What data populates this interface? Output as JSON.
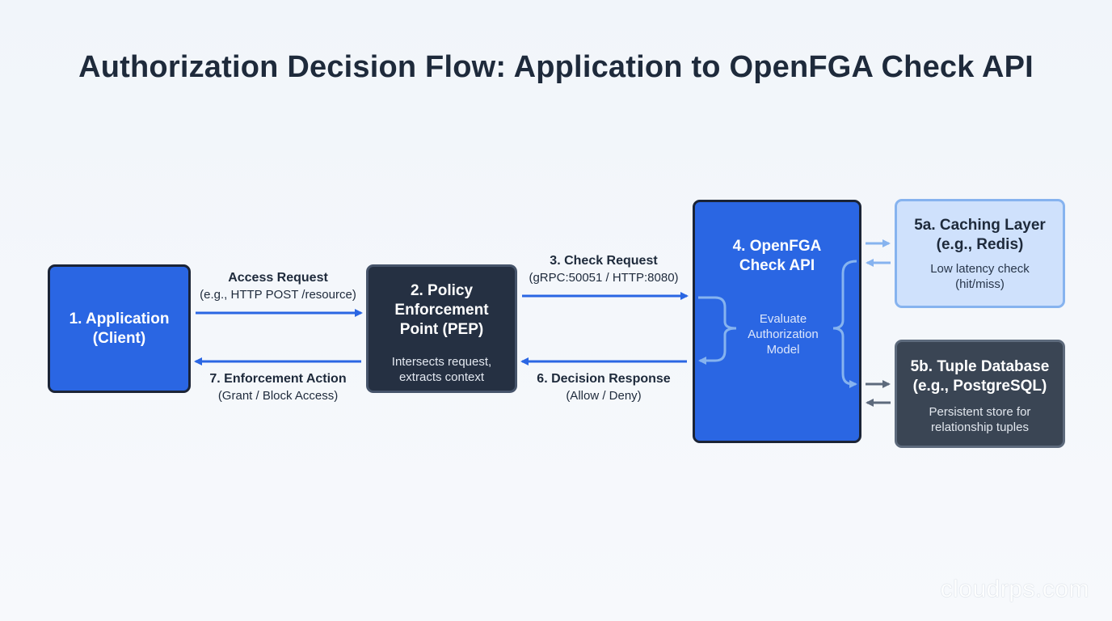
{
  "title": "Authorization Decision Flow: Application to OpenFGA Check API",
  "nodes": {
    "application": {
      "heading": "1. Application (Client)"
    },
    "pep": {
      "heading": "2. Policy Enforcement Point (PEP)",
      "detail": "Intersects request, extracts context"
    },
    "openfga": {
      "heading": "4. OpenFGA Check API",
      "detail": "Evaluate Authorization Model"
    },
    "cache": {
      "heading": "5a. Caching Layer (e.g., Redis)",
      "detail": "Low latency check (hit/miss)"
    },
    "database": {
      "heading": "5b. Tuple Database (e.g., PostgreSQL)",
      "detail": "Persistent store for relationship tuples"
    }
  },
  "edges": {
    "access_request": {
      "label": "Access Request",
      "detail": "(e.g., HTTP POST /resource)"
    },
    "check_request": {
      "label": "3. Check Request",
      "detail": "(gRPC:50051 / HTTP:8080)"
    },
    "decision_response": {
      "label": "6. Decision Response",
      "detail": "(Allow / Deny)"
    },
    "enforcement_action": {
      "label": "7. Enforcement Action",
      "detail": "(Grant / Block Access)"
    }
  },
  "colors": {
    "primary_blue": "#2a66e3",
    "dark_node": "#253042",
    "cache_fill": "#cfe1fc",
    "arrow_blue": "#2a66e3",
    "arrow_light": "#86b3ef",
    "arrow_gray": "#5d6a7c"
  },
  "watermark": "cloudrps.com"
}
